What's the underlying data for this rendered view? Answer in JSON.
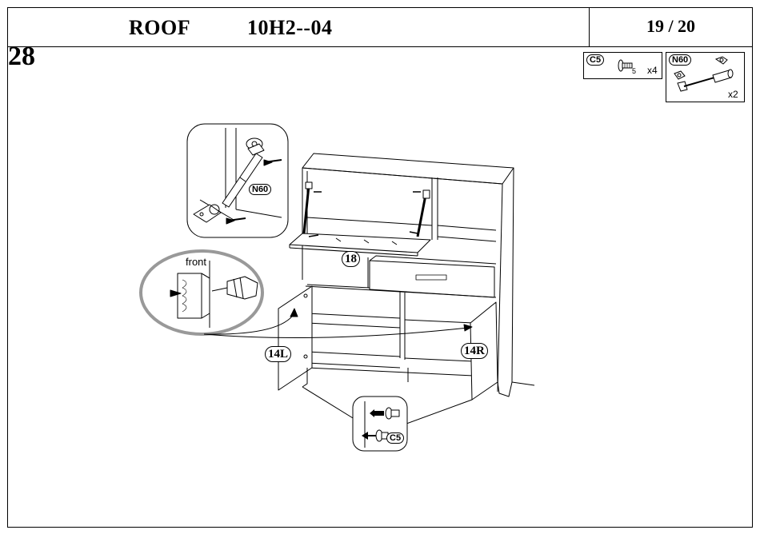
{
  "header": {
    "product_name": "ROOF",
    "product_code": "10H2--04",
    "page_indicator": "19 / 20"
  },
  "step": {
    "number": "28"
  },
  "parts": [
    {
      "id": "C5",
      "size_note": "5",
      "quantity": "x4",
      "icon": "screw-icon"
    },
    {
      "id": "N60",
      "quantity": "x2",
      "icon": "gas-strut-icon"
    }
  ],
  "callouts": {
    "flap": "18",
    "left_door": "14L",
    "right_door": "14R",
    "hinge_screw": "C5",
    "strut_detail": "N60"
  },
  "labels": {
    "front": "front"
  }
}
